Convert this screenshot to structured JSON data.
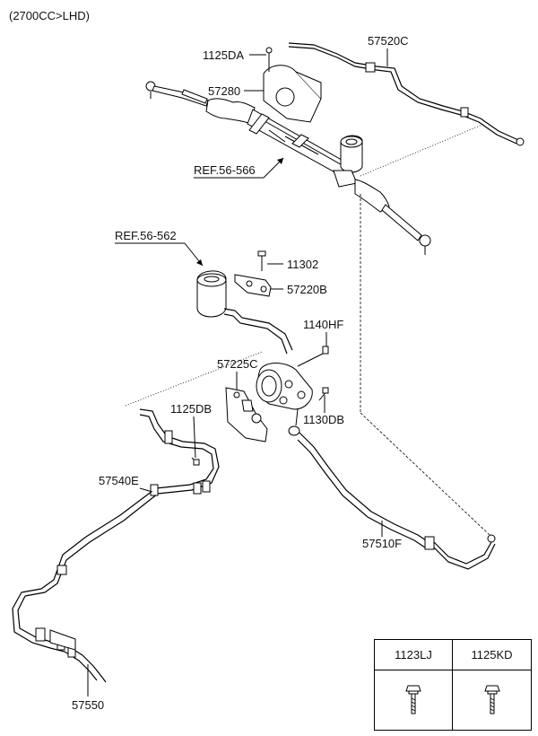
{
  "header": {
    "variant": "(2700CC>LHD)"
  },
  "labels": {
    "p1125DA": "1125DA",
    "p57520C": "57520C",
    "p57280": "57280",
    "ref566": "REF.56-566",
    "ref562": "REF.56-562",
    "p11302": "11302",
    "p57220B": "57220B",
    "p1140HF": "1140HF",
    "p57225C": "57225C",
    "p1125DB": "1125DB",
    "p1130DB": "1130DB",
    "p57540E": "57540E",
    "p57510F": "57510F",
    "p57550": "57550"
  },
  "legend": {
    "col1": "1123LJ",
    "col2": "1125KD"
  }
}
